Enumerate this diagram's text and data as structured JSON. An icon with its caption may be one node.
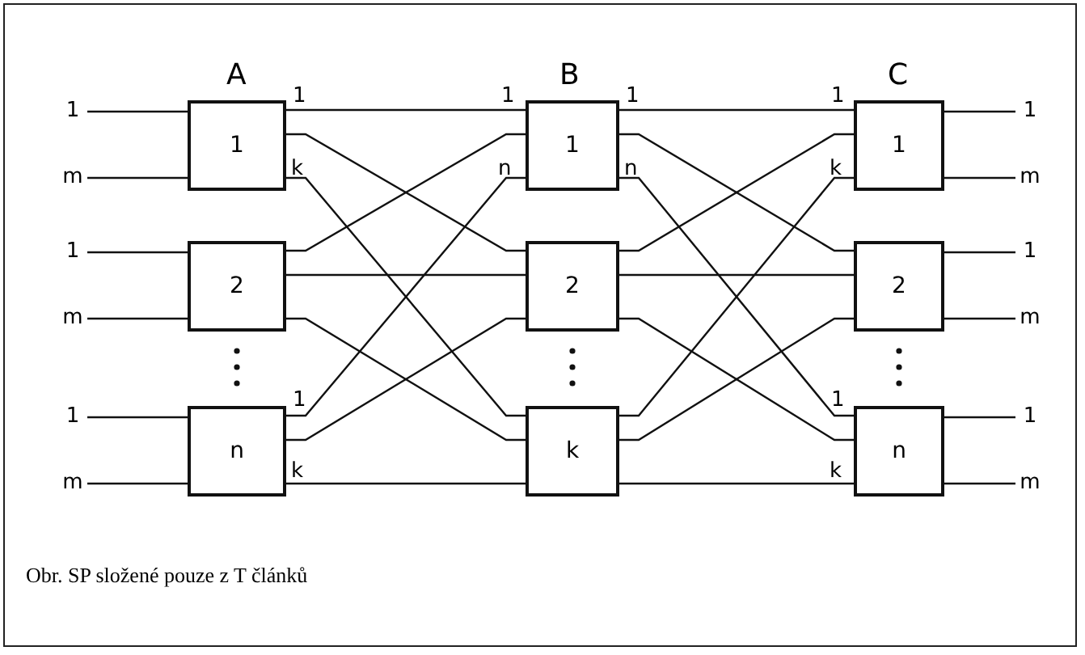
{
  "diagram": {
    "caption": "Obr. SP složené pouze z T článků",
    "nodes": [
      {
        "text": [
          "1"
        ]
      },
      {
        "text": [
          "m"
        ]
      },
      {
        "text": [
          "1"
        ]
      },
      {
        "text": [
          "m"
        ]
      },
      {
        "text": [
          "1"
        ]
      },
      {
        "text": [
          "m"
        ]
      },
      {
        "text": [
          "1"
        ]
      },
      {
        "text": [
          "2"
        ]
      },
      {
        "text": [
          "n"
        ]
      },
      {
        "text": [
          "1"
        ]
      },
      {
        "text": [
          "2"
        ]
      },
      {
        "text": [
          "k"
        ]
      },
      {
        "text": [
          "1"
        ]
      },
      {
        "text": [
          "2"
        ]
      },
      {
        "text": [
          "n"
        ]
      },
      {
        "text": [
          "1"
        ]
      },
      {
        "text": [
          "m"
        ]
      },
      {
        "text": [
          "1"
        ]
      },
      {
        "text": [
          "m"
        ]
      },
      {
        "text": [
          "1"
        ]
      },
      {
        "text": [
          "m"
        ]
      }
    ],
    "edges": [
      {
        "from": 0,
        "to": 6,
        "arrow": "none"
      },
      {
        "from": 1,
        "to": 6,
        "arrow": "none"
      },
      {
        "from": 2,
        "to": 7,
        "arrow": "none"
      },
      {
        "from": 3,
        "to": 7,
        "arrow": "none"
      },
      {
        "from": 4,
        "to": 8,
        "arrow": "none"
      },
      {
        "from": 5,
        "to": 8,
        "arrow": "none"
      },
      {
        "from": 6,
        "to": 9,
        "arrow": "none"
      },
      {
        "from": 6,
        "to": 10,
        "arrow": "none"
      },
      {
        "from": 6,
        "to": 11,
        "arrow": "none"
      },
      {
        "from": 7,
        "to": 9,
        "arrow": "none"
      },
      {
        "from": 7,
        "to": 10,
        "arrow": "none"
      },
      {
        "from": 7,
        "to": 11,
        "arrow": "none"
      },
      {
        "from": 8,
        "to": 9,
        "arrow": "none"
      },
      {
        "from": 8,
        "to": 10,
        "arrow": "none"
      },
      {
        "from": 8,
        "to": 11,
        "arrow": "none"
      },
      {
        "from": 9,
        "to": 12,
        "arrow": "none"
      },
      {
        "from": 9,
        "to": 13,
        "arrow": "none"
      },
      {
        "from": 9,
        "to": 14,
        "arrow": "none"
      },
      {
        "from": 10,
        "to": 12,
        "arrow": "none"
      },
      {
        "from": 10,
        "to": 13,
        "arrow": "none"
      },
      {
        "from": 10,
        "to": 14,
        "arrow": "none"
      },
      {
        "from": 11,
        "to": 12,
        "arrow": "none"
      },
      {
        "from": 11,
        "to": 13,
        "arrow": "none"
      },
      {
        "from": 11,
        "to": 14,
        "arrow": "none"
      },
      {
        "from": 12,
        "to": 15,
        "arrow": "none"
      },
      {
        "from": 12,
        "to": 16,
        "arrow": "none"
      },
      {
        "from": 13,
        "to": 17,
        "arrow": "none"
      },
      {
        "from": 13,
        "to": 18,
        "arrow": "none"
      },
      {
        "from": 14,
        "to": 19,
        "arrow": "none"
      },
      {
        "from": 14,
        "to": 20,
        "arrow": "none"
      }
    ],
    "labels": [
      "A",
      "B",
      "C",
      "1",
      "k",
      "1",
      "n",
      "1",
      "n",
      "1",
      "k",
      "1",
      "k",
      "1",
      "k"
    ]
  }
}
